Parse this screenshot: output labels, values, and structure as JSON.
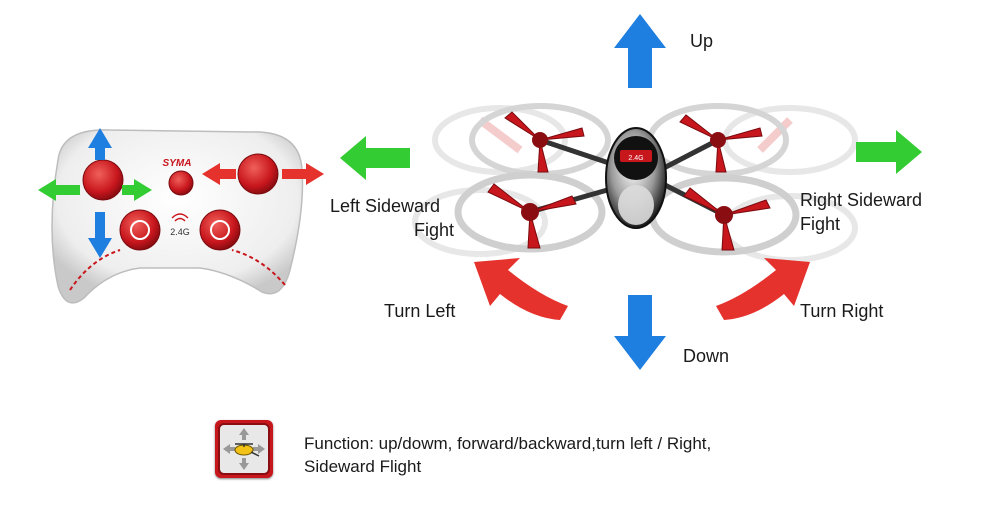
{
  "labels": {
    "up": "Up",
    "down": "Down",
    "left_sideward_1": "Left Sideward",
    "left_sideward_2": "Fight",
    "right_sideward_1": "Right Sideward",
    "right_sideward_2": "Fight",
    "turn_left": "Turn Left",
    "turn_right": "Turn Right"
  },
  "controller": {
    "brand": "SYMA",
    "frequency": "2.4G"
  },
  "drone": {
    "badge": "2.4G"
  },
  "function": {
    "line1": "Function: up/dowm, forward/backward,turn left / Right,",
    "line2": "Sideward Flight"
  },
  "colors": {
    "blue_arrow": "#1e7fe0",
    "green_arrow": "#33cc33",
    "red_arrow": "#e5322d",
    "drone_red": "#c8161d",
    "controller_white": "#f3f3f3"
  },
  "icons": [
    "arrow-up-icon",
    "arrow-down-icon",
    "arrow-left-icon",
    "arrow-right-icon",
    "turn-left-icon",
    "turn-right-icon",
    "helicopter-function-icon"
  ]
}
